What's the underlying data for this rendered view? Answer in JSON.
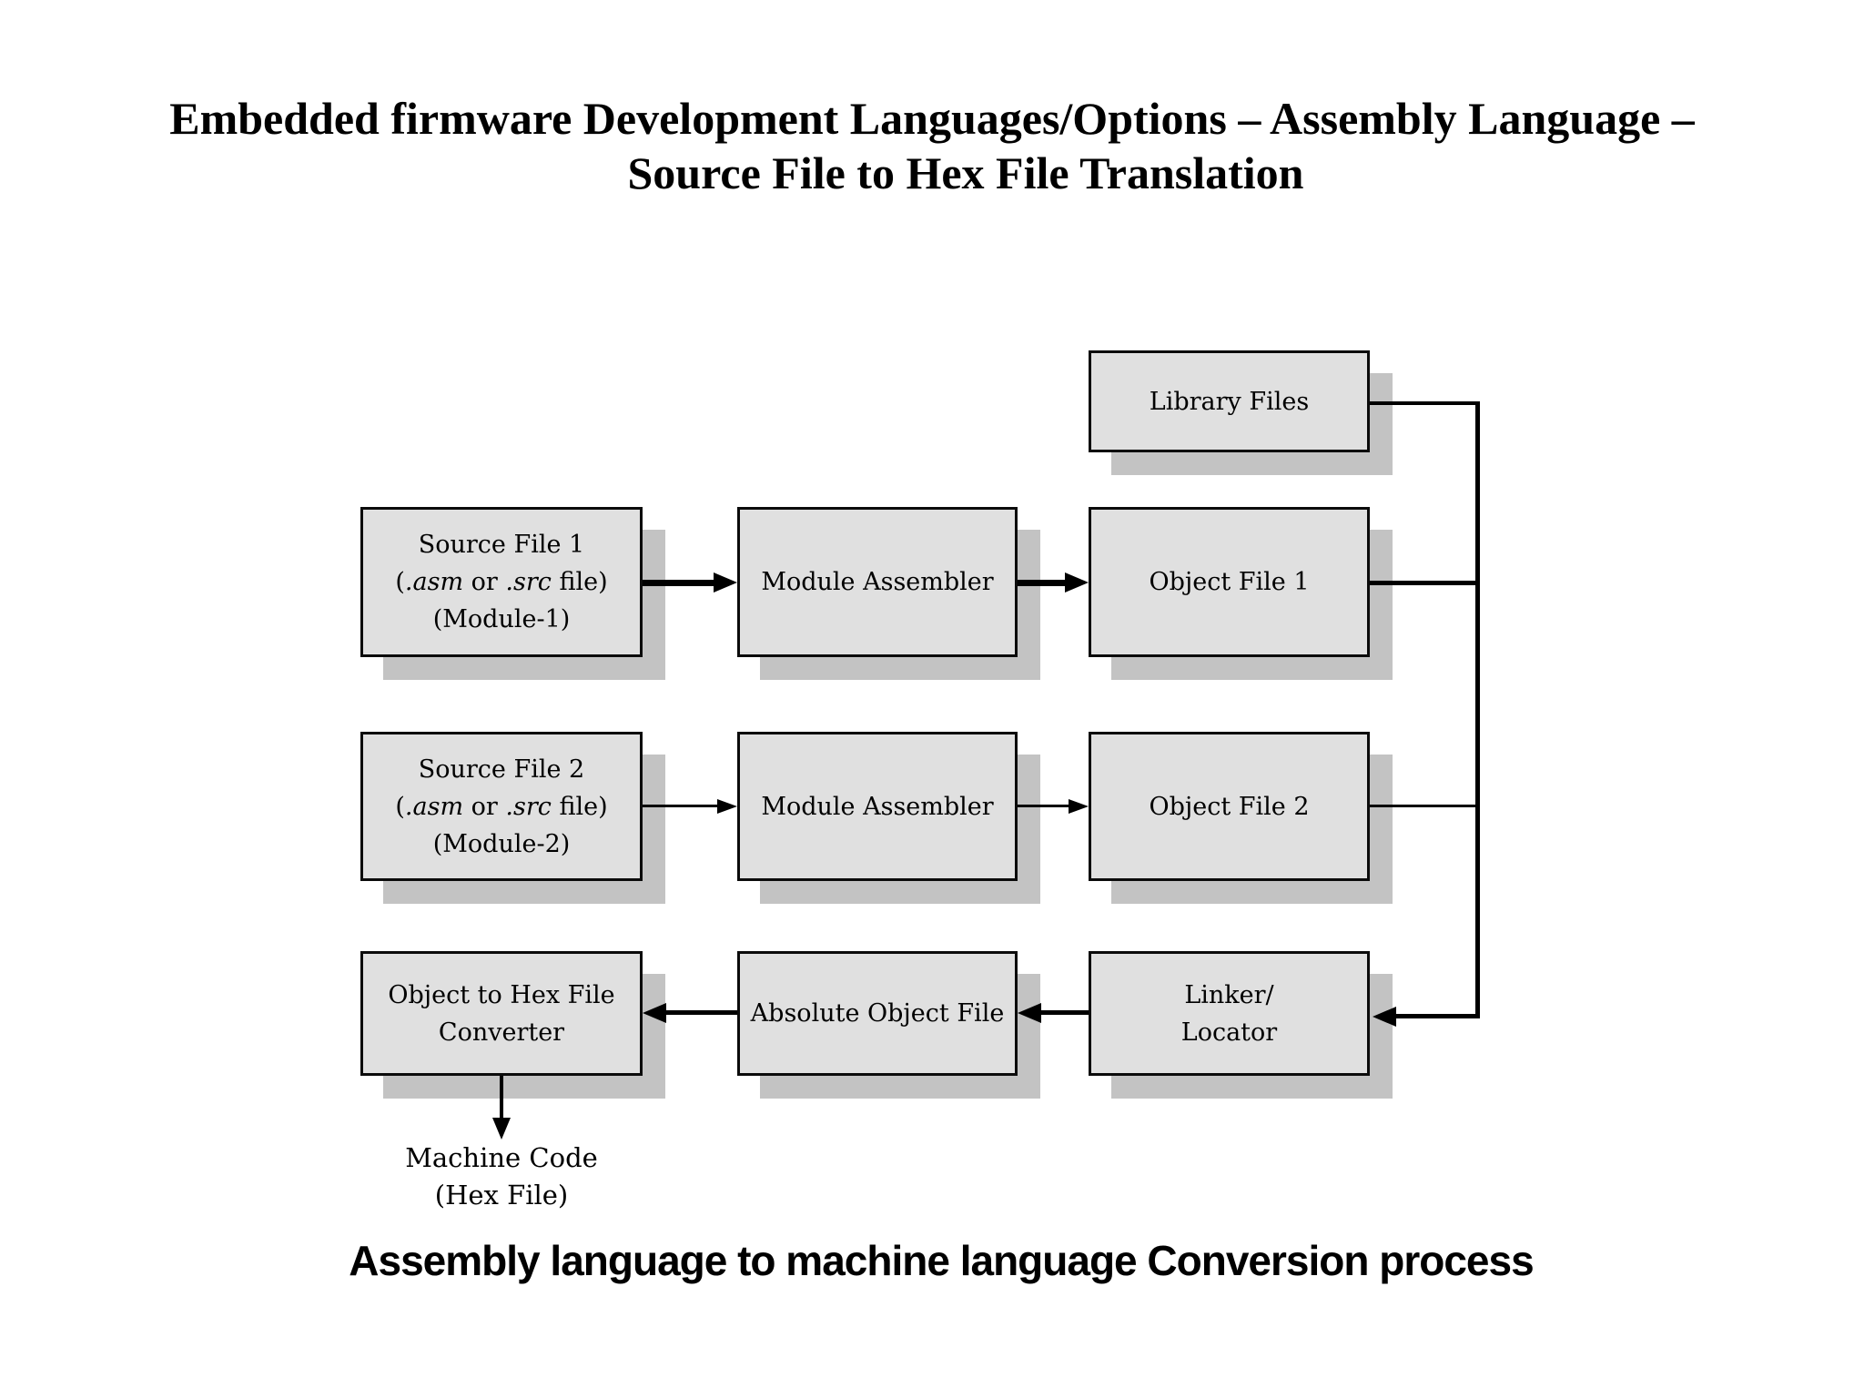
{
  "title": {
    "line1": "Embedded firmware Development Languages/Options – Assembly Language –",
    "line2": "Source File to Hex File Translation"
  },
  "diagram": {
    "library": {
      "label": "Library Files"
    },
    "row1": {
      "source": {
        "line1": "Source File 1",
        "ext_open": "(",
        "ext_asm": ".asm",
        "ext_mid": " or ",
        "ext_src": ".src",
        "ext_close": " file)",
        "line3": "(Module-1)"
      },
      "assembler": {
        "label": "Module Assembler"
      },
      "object": {
        "label": "Object File 1"
      }
    },
    "row2": {
      "source": {
        "line1": "Source File 2",
        "ext_open": "(",
        "ext_asm": ".asm",
        "ext_mid": " or ",
        "ext_src": ".src",
        "ext_close": " file)",
        "line3": "(Module-2)"
      },
      "assembler": {
        "label": "Module Assembler"
      },
      "object": {
        "label": "Object File 2"
      }
    },
    "row3": {
      "converter": {
        "line1": "Object to Hex File",
        "line2": "Converter"
      },
      "absolute": {
        "label": "Absolute Object File"
      },
      "linker": {
        "line1": "Linker/",
        "line2": "Locator"
      }
    },
    "output": {
      "line1": "Machine Code",
      "line2": "(Hex File)"
    }
  },
  "caption": "Assembly language to machine language Conversion process",
  "colors": {
    "background": "#ffffff",
    "box_fill": "#e0e0e0",
    "box_border": "#0b0b0b",
    "box_shadow": "#c3c3c3",
    "line": "#000000",
    "text": "#000000"
  }
}
